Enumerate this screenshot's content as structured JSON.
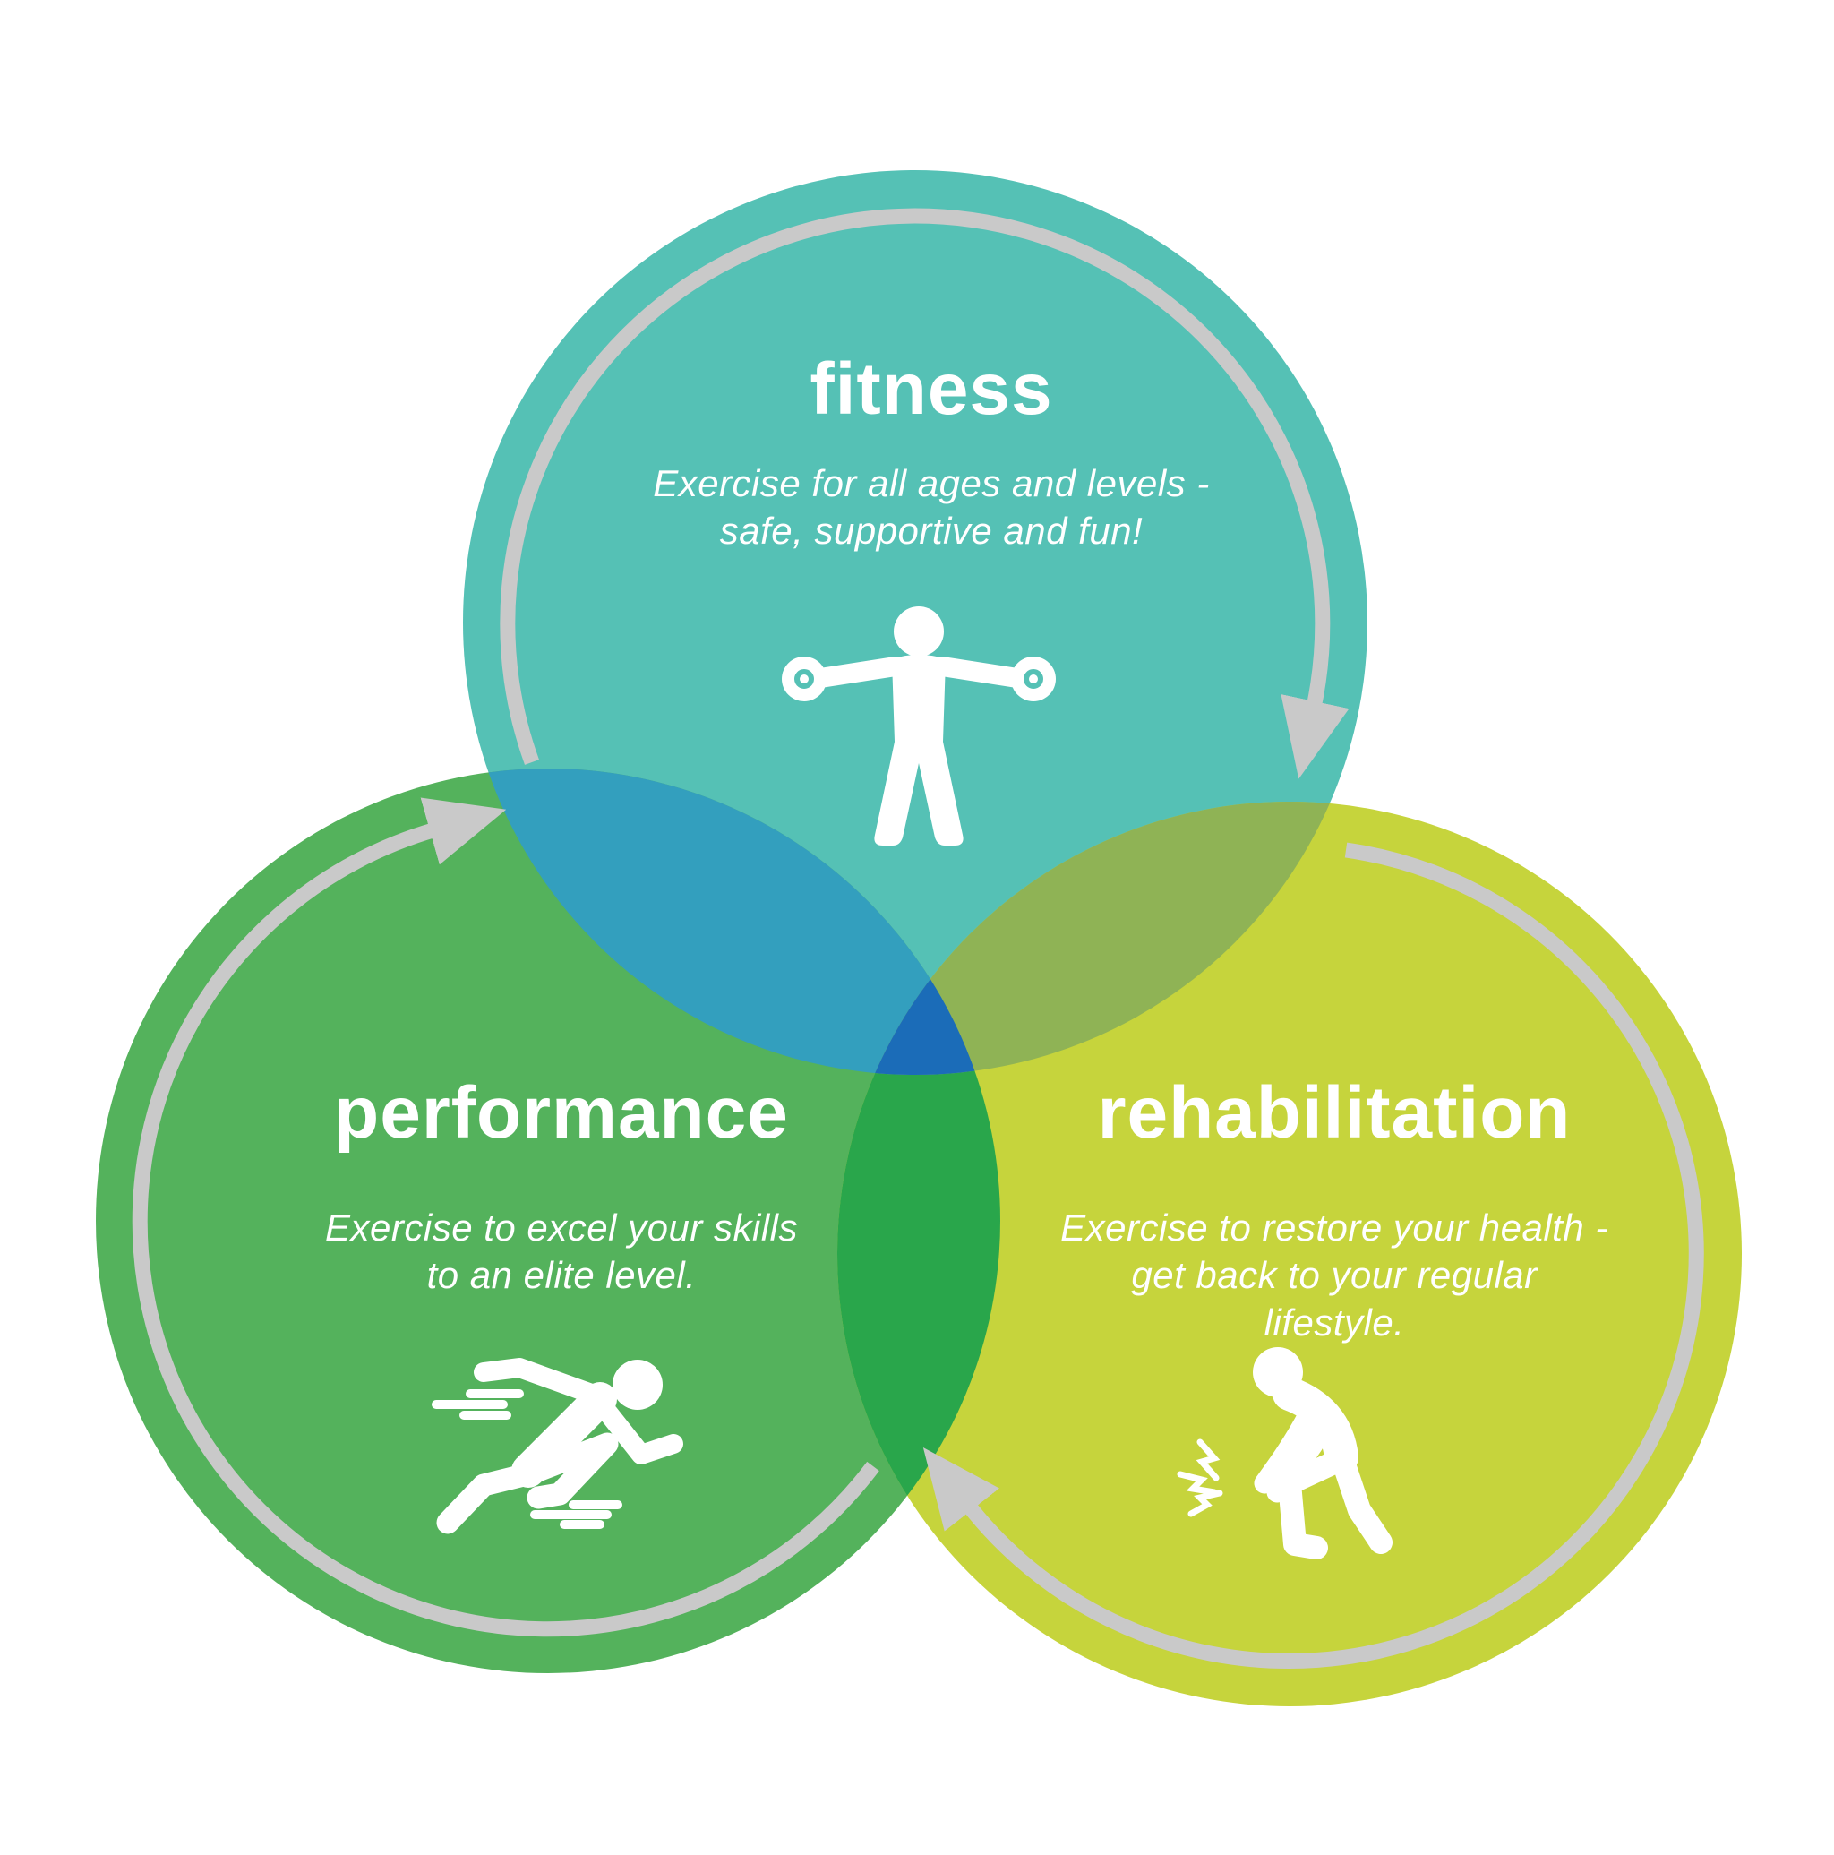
{
  "background_color": "#ffffff",
  "arrow_color": "#c9c9c9",
  "circles": {
    "fitness": {
      "label": "fitness",
      "description": [
        "Exercise for all ages and levels -",
        "safe, supportive and fun!"
      ],
      "color": "#55c1b5",
      "icon": "person-with-dumbbells"
    },
    "performance": {
      "label": "performance",
      "description": [
        "Exercise to excel your skills",
        "to an elite level."
      ],
      "color": "#54b25c",
      "icon": "sprinting-runner"
    },
    "rehabilitation": {
      "label": "rehabilitation",
      "description": [
        "Exercise to restore your health -",
        "get back to your regular",
        "lifestyle."
      ],
      "color": "#c6d43c",
      "icon": "person-holding-knee"
    }
  },
  "overlaps": {
    "fitness_performance": "#339fbe",
    "fitness_rehabilitation": "#8fb355",
    "performance_rehabilitation": "#29a64b",
    "center": "#1b6cb8"
  }
}
